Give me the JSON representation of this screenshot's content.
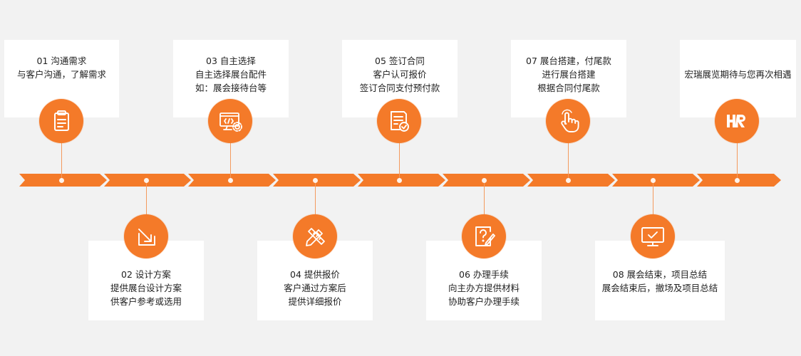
{
  "steps": [
    {
      "lines": [
        "01  沟通需求",
        "与客户沟通，了解需求"
      ],
      "icon": "clipboard-icon"
    },
    {
      "lines": [
        "02  设计方案",
        "提供展台设计方案",
        "供客户参考或选用"
      ],
      "icon": "design-arrow-icon"
    },
    {
      "lines": [
        "03  自主选择",
        "自主选择展台配件",
        "如：展会接待台等"
      ],
      "icon": "monitor-code-gear-icon"
    },
    {
      "lines": [
        "04  提供报价",
        "客户通过方案后",
        "提供详细报价"
      ],
      "icon": "pencil-ruler-icon"
    },
    {
      "lines": [
        "05  签订合同",
        "客户认可报价",
        "签订合同支付预付款"
      ],
      "icon": "contract-check-icon"
    },
    {
      "lines": [
        "06  办理手续",
        "向主办方提供材料",
        "协助客户办理手续"
      ],
      "icon": "question-doc-icon"
    },
    {
      "lines": [
        "07  展台搭建，付尾款",
        "进行展台搭建",
        "根据合同付尾款"
      ],
      "icon": "hand-pointer-icon"
    },
    {
      "lines": [
        "08  展会结束，项目总结",
        "展会结束后，撤场及项目总结"
      ],
      "icon": "monitor-check-icon"
    },
    {
      "lines": [
        "宏瑞展览期待与您再次相遇"
      ],
      "icon": "hr-logo-icon"
    }
  ],
  "colors": {
    "accent": "#f47a29",
    "connector": "#f39a5e",
    "card": "#ffffff",
    "background": "#f2f2f2"
  }
}
